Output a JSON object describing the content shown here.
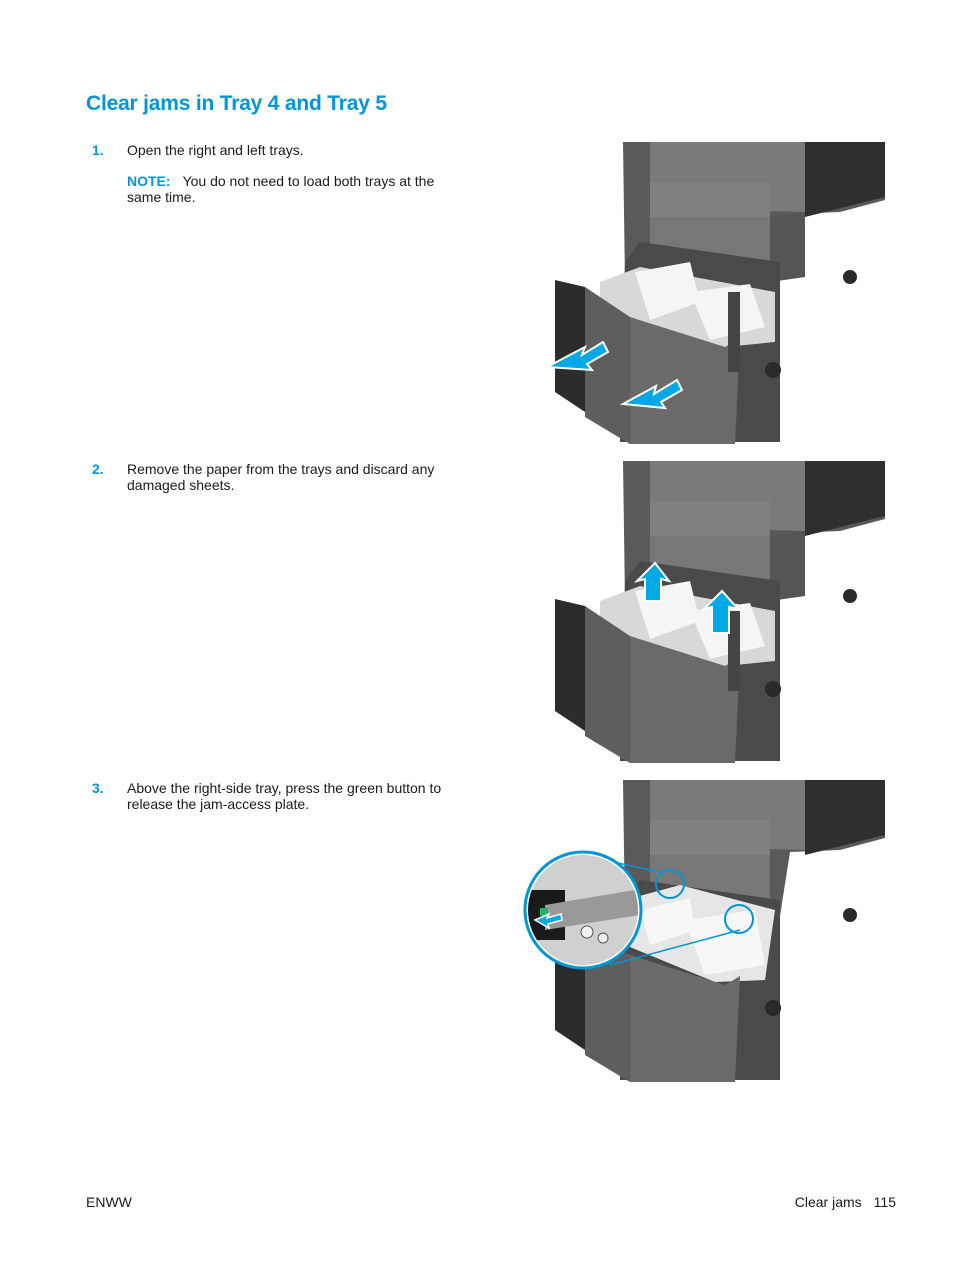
{
  "page": {
    "title": "Clear jams in Tray 4 and Tray 5"
  },
  "steps": [
    {
      "number": "1.",
      "text": "Open the right and left trays.",
      "note_label": "NOTE:",
      "note_text": "You do not need to load both trays at the same time."
    },
    {
      "number": "2.",
      "text": "Remove the paper from the trays and discard any damaged sheets."
    },
    {
      "number": "3.",
      "text": "Above the right-side tray, press the green button to release the jam-access plate."
    }
  ],
  "footer": {
    "left": "ENWW",
    "section": "Clear jams",
    "page_number": "115"
  },
  "colors": {
    "accent": "#0096d6",
    "printer_body": "#6e6e6e",
    "printer_dark": "#3b3b3b",
    "green_button": "#1db36b"
  },
  "icons": [
    "pull-arrow-icon",
    "lift-arrow-icon",
    "magnifier-callout-icon"
  ]
}
